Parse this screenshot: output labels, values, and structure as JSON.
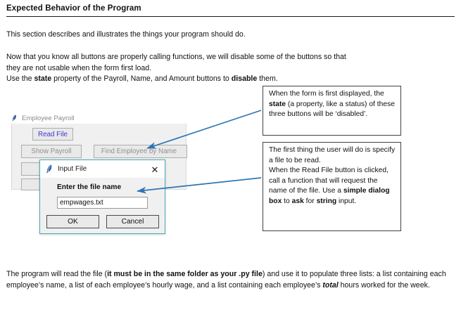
{
  "document": {
    "heading": "Expected Behavior of the Program",
    "paragraph_1": "This section describes and illustrates the things your program should do.",
    "paragraph_2_line_1": "Now that you know all buttons are properly calling functions, we will disable some of the buttons so that",
    "paragraph_2_line_2": "they are not usable when the form first load.",
    "paragraph_2_line_3_a": "Use the ",
    "paragraph_2_line_3_b": "state",
    "paragraph_2_line_3_c": " property of the Payroll, Name, and Amount buttons to ",
    "paragraph_2_line_3_d": "disable",
    "paragraph_2_line_3_e": " them.",
    "paragraph_3_a": "The program will read the file (",
    "paragraph_3_b": "it must be in the same folder as your .py file",
    "paragraph_3_c": ") and use it to populate three lists: a list containing each employee’s name, a list of each employee’s hourly wage, and a list containing each employee’s ",
    "paragraph_3_d": "total",
    "paragraph_3_e": " hours worked for the week."
  },
  "callouts": [
    {
      "id": "state-disabled-callout",
      "seg_1": "When the form is first displayed, the ",
      "seg_2_bold": "state",
      "seg_3": " (a property, like a status) of these three buttons will be ‘disabled’."
    },
    {
      "id": "read-file-dialog-callout",
      "seg_1": "The first thing the user will do is specify a file to be read.",
      "seg_2": "When the Read File button is clicked, call a function that will request the name of the file. Use a ",
      "seg_3_bold": "simple dialog box",
      "seg_4": " to ",
      "seg_5_bold": "ask",
      "seg_6": " for ",
      "seg_7_bold": "string",
      "seg_8": " input."
    }
  ],
  "app_window": {
    "title": "Employee Payroll",
    "title_icon": "feather-icon",
    "buttons": [
      {
        "name": "read-file",
        "label": "Read File",
        "state": "enabled"
      },
      {
        "name": "show-payroll",
        "label": "Show Payroll",
        "state": "disabled"
      },
      {
        "name": "find-employee-by-name",
        "label": "Find Employee by Name",
        "state": "disabled"
      },
      {
        "name": "find-amount",
        "label": "",
        "state": "disabled"
      },
      {
        "name": "quit",
        "label": "",
        "state": "disabled"
      }
    ]
  },
  "dialog": {
    "title": "Input File",
    "title_icon": "feather-icon",
    "close_icon": "close-icon",
    "prompt": "Enter the file name",
    "input_value": "empwages.txt",
    "ok_label": "OK",
    "cancel_label": "Cancel"
  },
  "colors": {
    "enabled_button_text": "#3d35d8",
    "disabled_button_text": "#909090",
    "dialog_border": "#4aacb8",
    "arrow": "#2e74b5",
    "callout_border": "#404040",
    "heading_rule": "#1a1a1a"
  }
}
